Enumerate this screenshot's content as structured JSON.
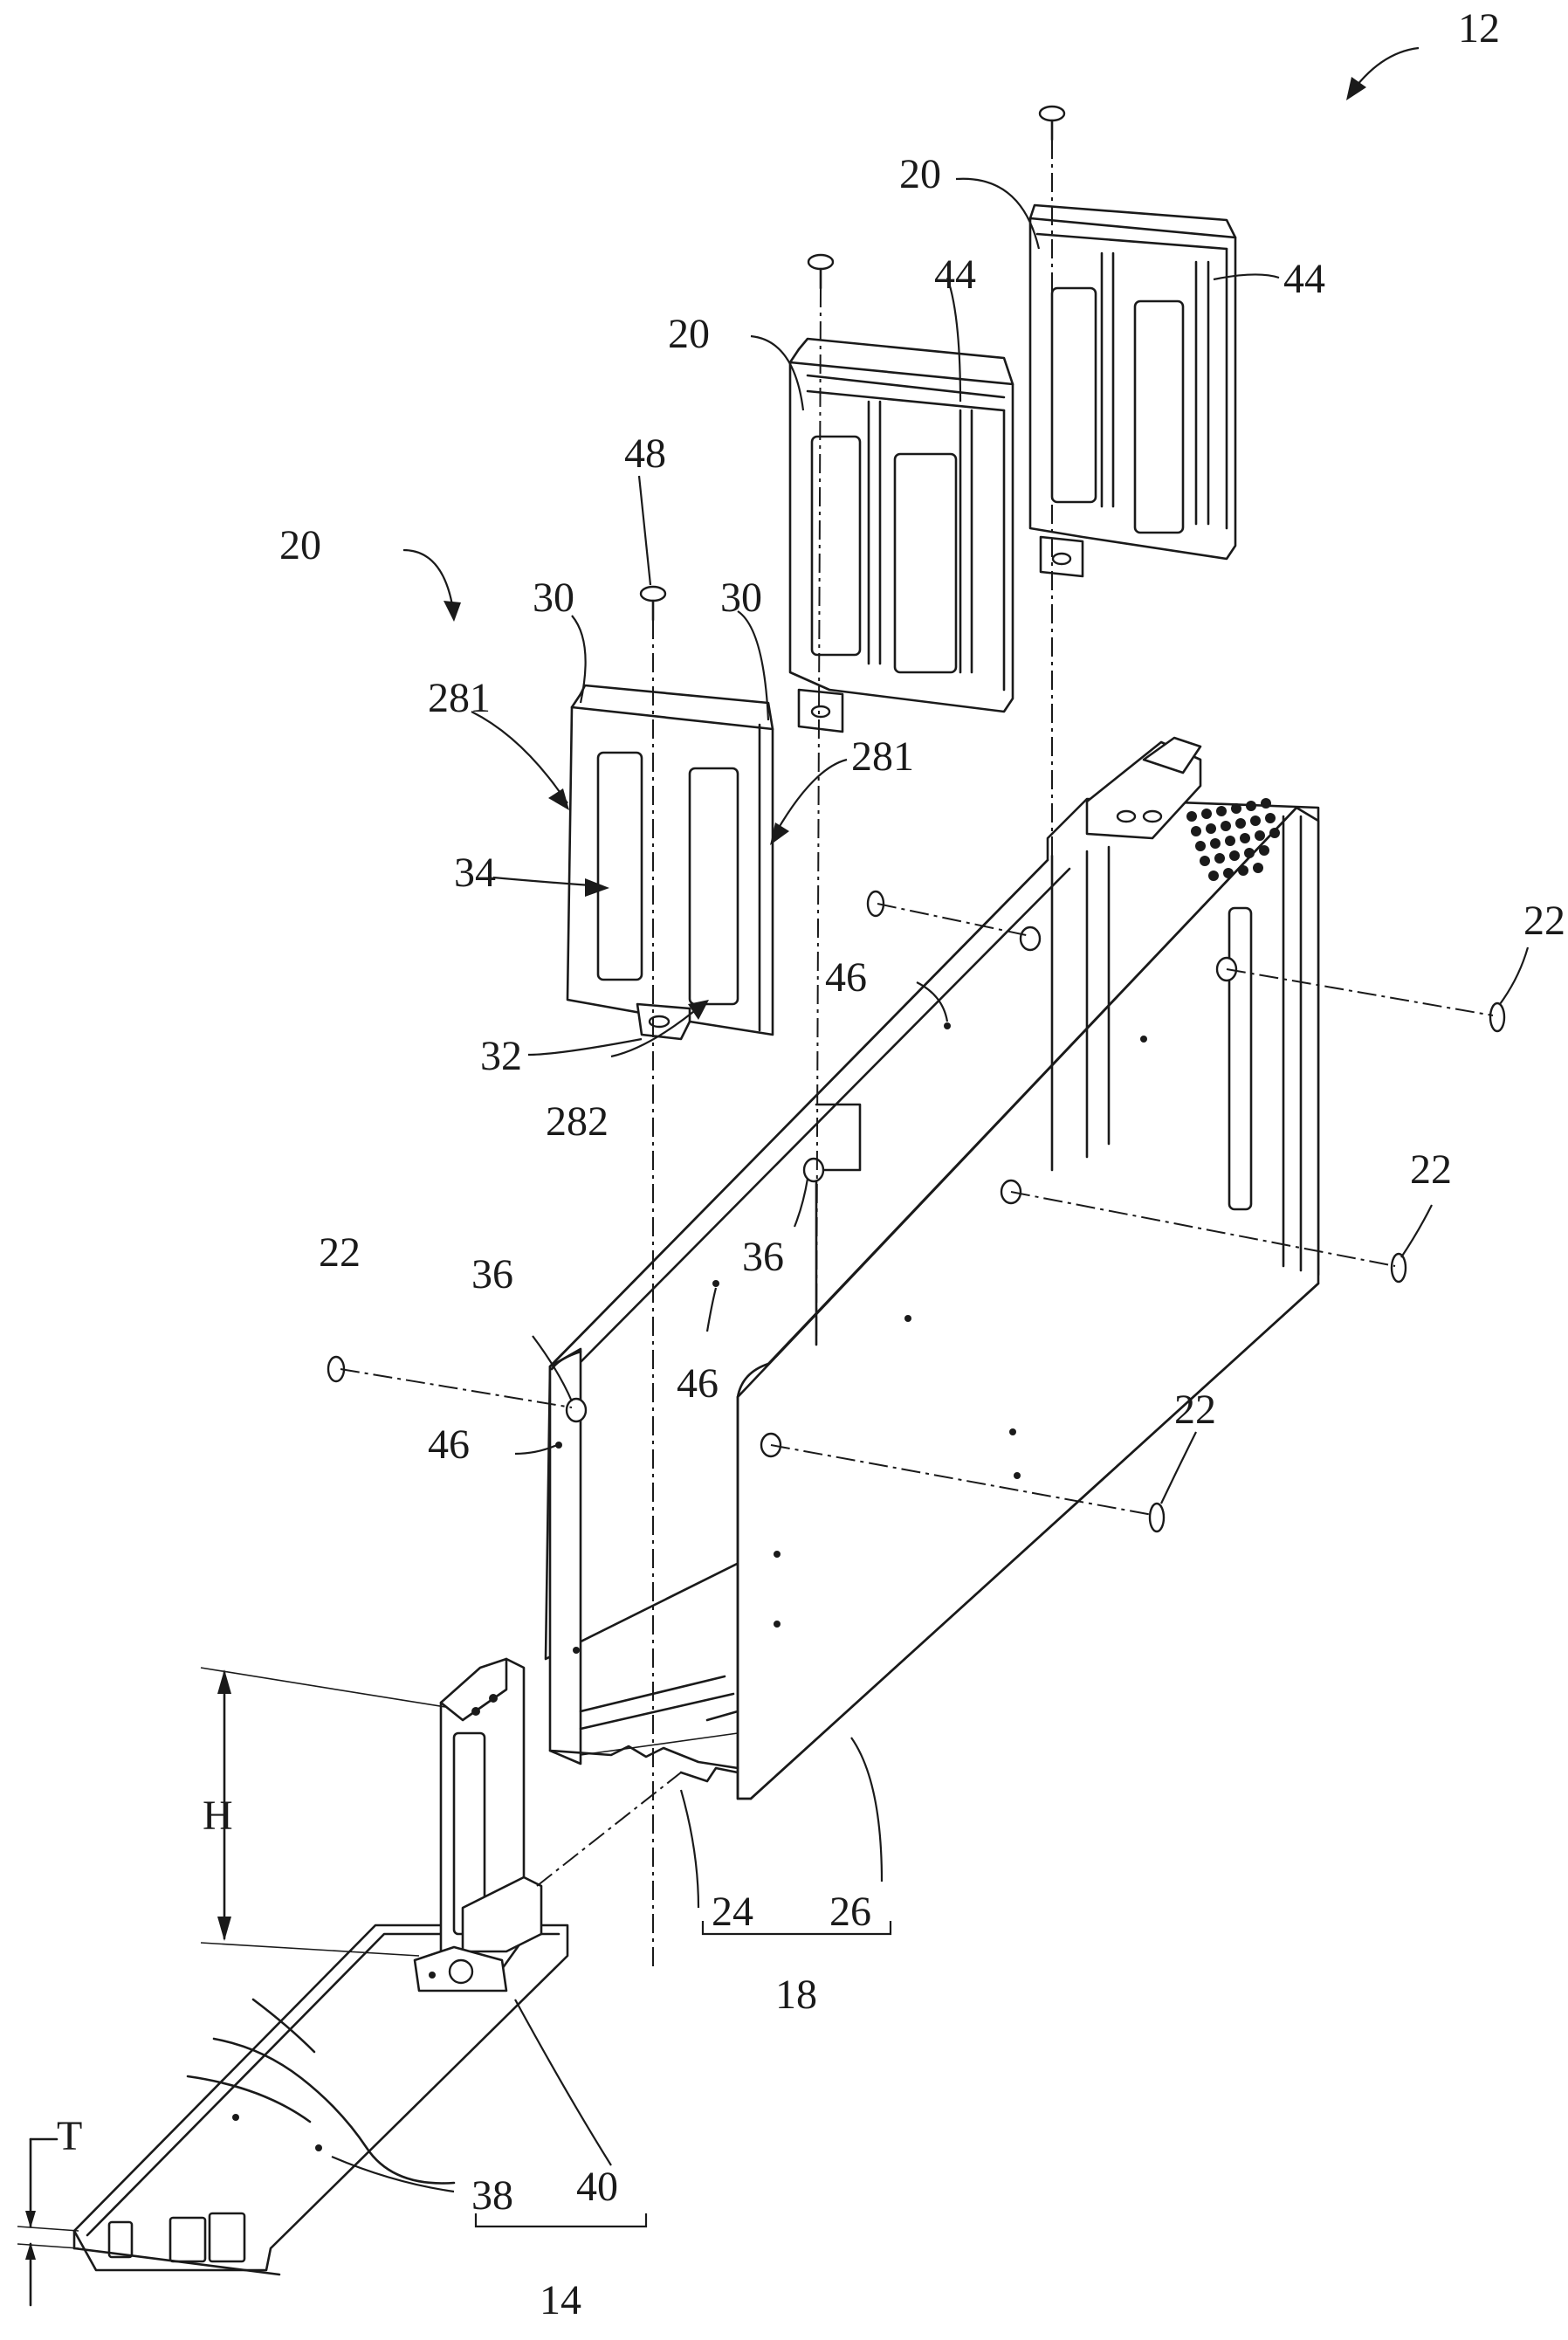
{
  "labels": {
    "assembly": "12",
    "bracket": "20",
    "side_wall_left": "30",
    "side_wall_right": "30",
    "edge_a": "281",
    "edge_b": "281",
    "opening": "34",
    "tab": "32",
    "bottom_edge": "282",
    "screw": "48",
    "guide_left": "44",
    "guide_right": "44",
    "pin": "22",
    "hole": "36",
    "slot": "46",
    "frame_plate_a": "24",
    "frame_plate_b": "26",
    "frame": "18",
    "height": "H",
    "thickness": "T",
    "riser": "40",
    "board": "38",
    "card": "14"
  }
}
